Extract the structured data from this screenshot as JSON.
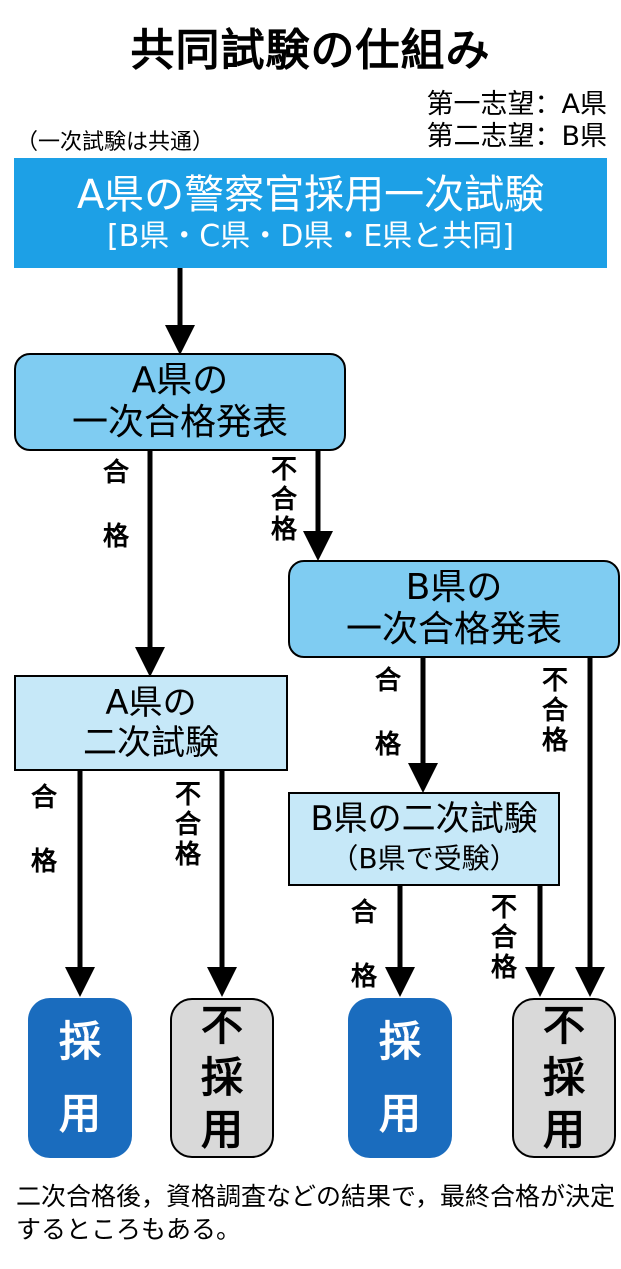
{
  "title": "共同試験の仕組み",
  "preferences": {
    "first": "第一志望：A県",
    "second": "第二志望：B県"
  },
  "note_common": "（一次試験は共通）",
  "first_exam": {
    "line1": "A県の警察官採用一次試験",
    "line2": "[B県・C県・D県・E県と共同]"
  },
  "a_first_result": {
    "line1": "A県の",
    "line2": "一次合格発表"
  },
  "b_first_result": {
    "line1": "B県の",
    "line2": "一次合格発表"
  },
  "a_second_exam": {
    "line1": "A県の",
    "line2": "二次試験"
  },
  "b_second_exam": {
    "line1": "B県の二次試験",
    "line2": "（B県で受験）"
  },
  "labels": {
    "pass_1": "合",
    "pass_2": "格",
    "fail_1": "不",
    "fail_2": "合",
    "fail_3": "格"
  },
  "results": {
    "adopt_1": "採",
    "adopt_2": "用",
    "reject_1": "不",
    "reject_2": "採",
    "reject_3": "用"
  },
  "footnote": "二次合格後，資格調査などの結果で，最終合格が決定するところもある。",
  "colors": {
    "first_exam_bg": "#1da0e6",
    "first_result_bg": "#7fccf2",
    "second_exam_bg": "#c6e8f8",
    "adopt_bg": "#1a6cbe",
    "reject_bg": "#d9d9d9"
  }
}
